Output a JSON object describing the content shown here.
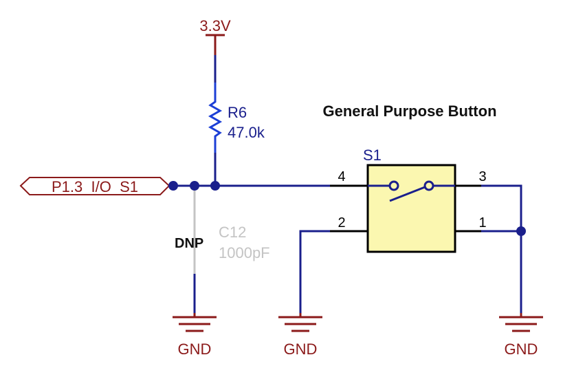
{
  "title": "General Purpose Button",
  "power": {
    "label": "3.3V"
  },
  "resistor": {
    "designator": "R6",
    "value": "47.0k"
  },
  "capacitor": {
    "designator": "C12",
    "value": "1000pF",
    "note": "DNP"
  },
  "switch": {
    "designator": "S1",
    "pins": [
      "1",
      "2",
      "3",
      "4"
    ]
  },
  "port": {
    "label": "P1.3_I/O_S1"
  },
  "ground": {
    "label_left": "GND",
    "label_mid": "GND",
    "label_right": "GND"
  },
  "colors": {
    "wire": "#1a1f8c",
    "component_label": "#1a1f8c",
    "power_net": "#8b1a1a",
    "pin": "#000000",
    "dnp_part": "#c4c4c4",
    "switch_body": "#fbf7b0",
    "resistor_body": "#1c3fd6"
  }
}
